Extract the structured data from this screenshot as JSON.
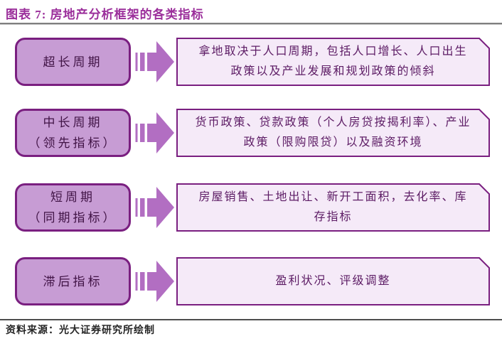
{
  "title": "图表 7: 房地产分析框架的各类指标",
  "source": "资料来源：光大证券研究所绘制",
  "rows": [
    {
      "stage": "超长周期",
      "indicators": "拿地取决于人口周期，包括人口增长、人口出生政策以及产业发展和规划政策的倾斜"
    },
    {
      "stage": "中长周期\n（领先指标）",
      "indicators": "货币政策、贷款政策（个人房贷按揭利率）、产业政策（限购限贷）以及融资环境"
    },
    {
      "stage": "短周期\n（同期指标）",
      "indicators": "房屋销售、土地出让、新开工面积，去化率、库存指标"
    },
    {
      "stage": "滞后指标",
      "indicators": "盈利状况、评级调整"
    }
  ],
  "icons": {
    "arrow": "striped-right-arrow"
  },
  "colors": {
    "title_text": "#9b2f9b",
    "title_rule": "#7f7f7f",
    "stage_box_fill": "#c79cd4",
    "stage_box_border": "#7a1f80",
    "stage_text": "#401345",
    "arrow_fill": "#b26ec2",
    "indicator_box_fill": "#f5eaf8",
    "indicator_box_border": "#7a1f80",
    "indicator_text": "#5c1b64",
    "footer_rule": "#4d4d4d",
    "source_text": "#262626"
  }
}
